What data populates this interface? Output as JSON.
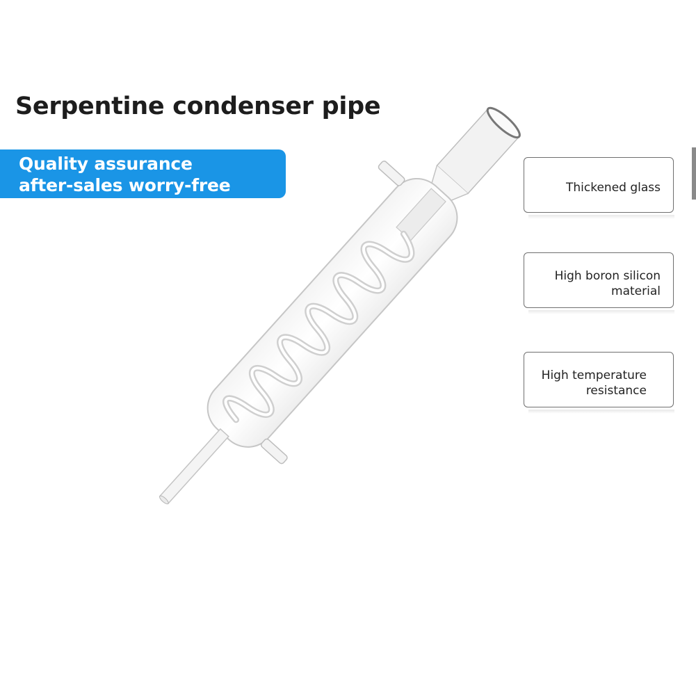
{
  "title": "Serpentine condenser pipe",
  "banner": {
    "line1": "Quality assurance",
    "line2": "after-sales worry-free",
    "color": "#1a95e6"
  },
  "features": [
    {
      "line1": "Thickened glass",
      "line2": ""
    },
    {
      "line1": "High boron silicon",
      "line2": "material"
    },
    {
      "line1": "High temperature",
      "line2": "resistance"
    }
  ],
  "product_image": "glass serpentine condenser"
}
